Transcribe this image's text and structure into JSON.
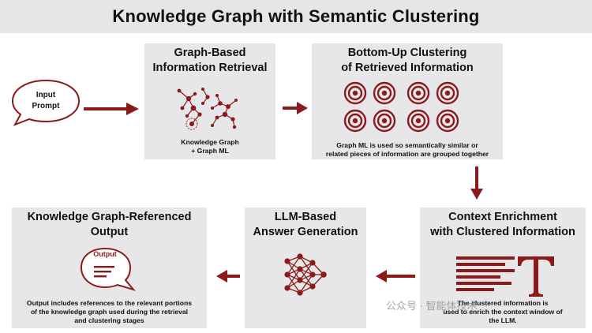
{
  "title": "Knowledge Graph with Semantic Clustering",
  "input_prompt": {
    "line1": "Input",
    "line2": "Prompt"
  },
  "stages": {
    "graph_retrieval": {
      "title_line1": "Graph-Based",
      "title_line2": "Information Retrieval",
      "caption_line1": "Knowledge Graph",
      "caption_line2": "+ Graph ML"
    },
    "clustering": {
      "title_line1": "Bottom-Up Clustering",
      "title_line2": "of Retrieved Information",
      "caption_line1": "Graph ML is used so semantically similar or",
      "caption_line2": "related pieces of information are grouped together"
    },
    "context_enrichment": {
      "title_line1": "Context Enrichment",
      "title_line2": "with Clustered Information",
      "caption_line1": "The clustered information is",
      "caption_line2": "used to enrich the context window of",
      "caption_line3": "the LLM."
    },
    "answer_generation": {
      "title_line1": "LLM-Based",
      "title_line2": "Answer Generation"
    },
    "output": {
      "title_line1": "Knowledge Graph-Referenced",
      "title_line2": "Output",
      "icon_label": "Output",
      "caption_line1": "Output includes references to the relevant portions",
      "caption_line2": "of the knowledge graph used during the retrieval",
      "caption_line3": "and clustering stages"
    }
  },
  "watermark": "公众号 · 智能体技术",
  "colors": {
    "accent": "#8b1a1a",
    "box_background": "#e7e7ea",
    "title_background": "#e6e6e6"
  },
  "icons": [
    "speech-bubble-icon",
    "knowledge-graph-icon",
    "target-icon",
    "text-enrichment-icon",
    "neural-network-icon",
    "output-bubble-icon",
    "arrow-right-icon",
    "arrow-down-icon",
    "arrow-left-icon"
  ]
}
